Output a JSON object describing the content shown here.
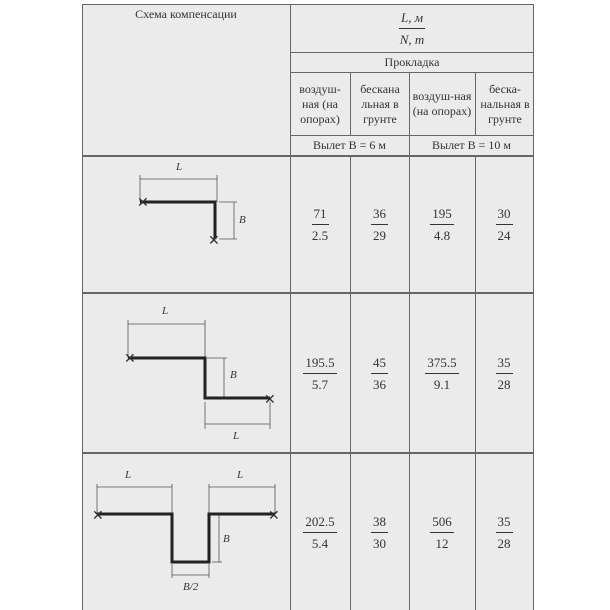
{
  "header": {
    "scheme": "Схема компенсации",
    "fraction_num": "L, м",
    "fraction_den": "N, т",
    "laying": "Прокладка",
    "columns": [
      "воздуш-ная (на опорах)",
      "бескана льная в грунте",
      "воздуш-ная (на опорах)",
      "беска-нальная в грунте"
    ],
    "outreach": [
      "Вылет B = 6  м",
      "Вылет B = 10  м"
    ]
  },
  "rows": [
    {
      "diagram_labels": [
        "L",
        "B"
      ],
      "values": [
        [
          "71",
          "2.5"
        ],
        [
          "36",
          "29"
        ],
        [
          "195",
          "4.8"
        ],
        [
          "30",
          "24"
        ]
      ]
    },
    {
      "diagram_labels": [
        "L",
        "B",
        "L"
      ],
      "values": [
        [
          "195.5",
          "5.7"
        ],
        [
          "45",
          "36"
        ],
        [
          "375.5",
          "9.1"
        ],
        [
          "35",
          "28"
        ]
      ]
    },
    {
      "diagram_labels": [
        "L",
        "L",
        "B",
        "B/2"
      ],
      "values": [
        [
          "202.5",
          "5.4"
        ],
        [
          "38",
          "30"
        ],
        [
          "506",
          "12"
        ],
        [
          "35",
          "28"
        ]
      ]
    }
  ]
}
